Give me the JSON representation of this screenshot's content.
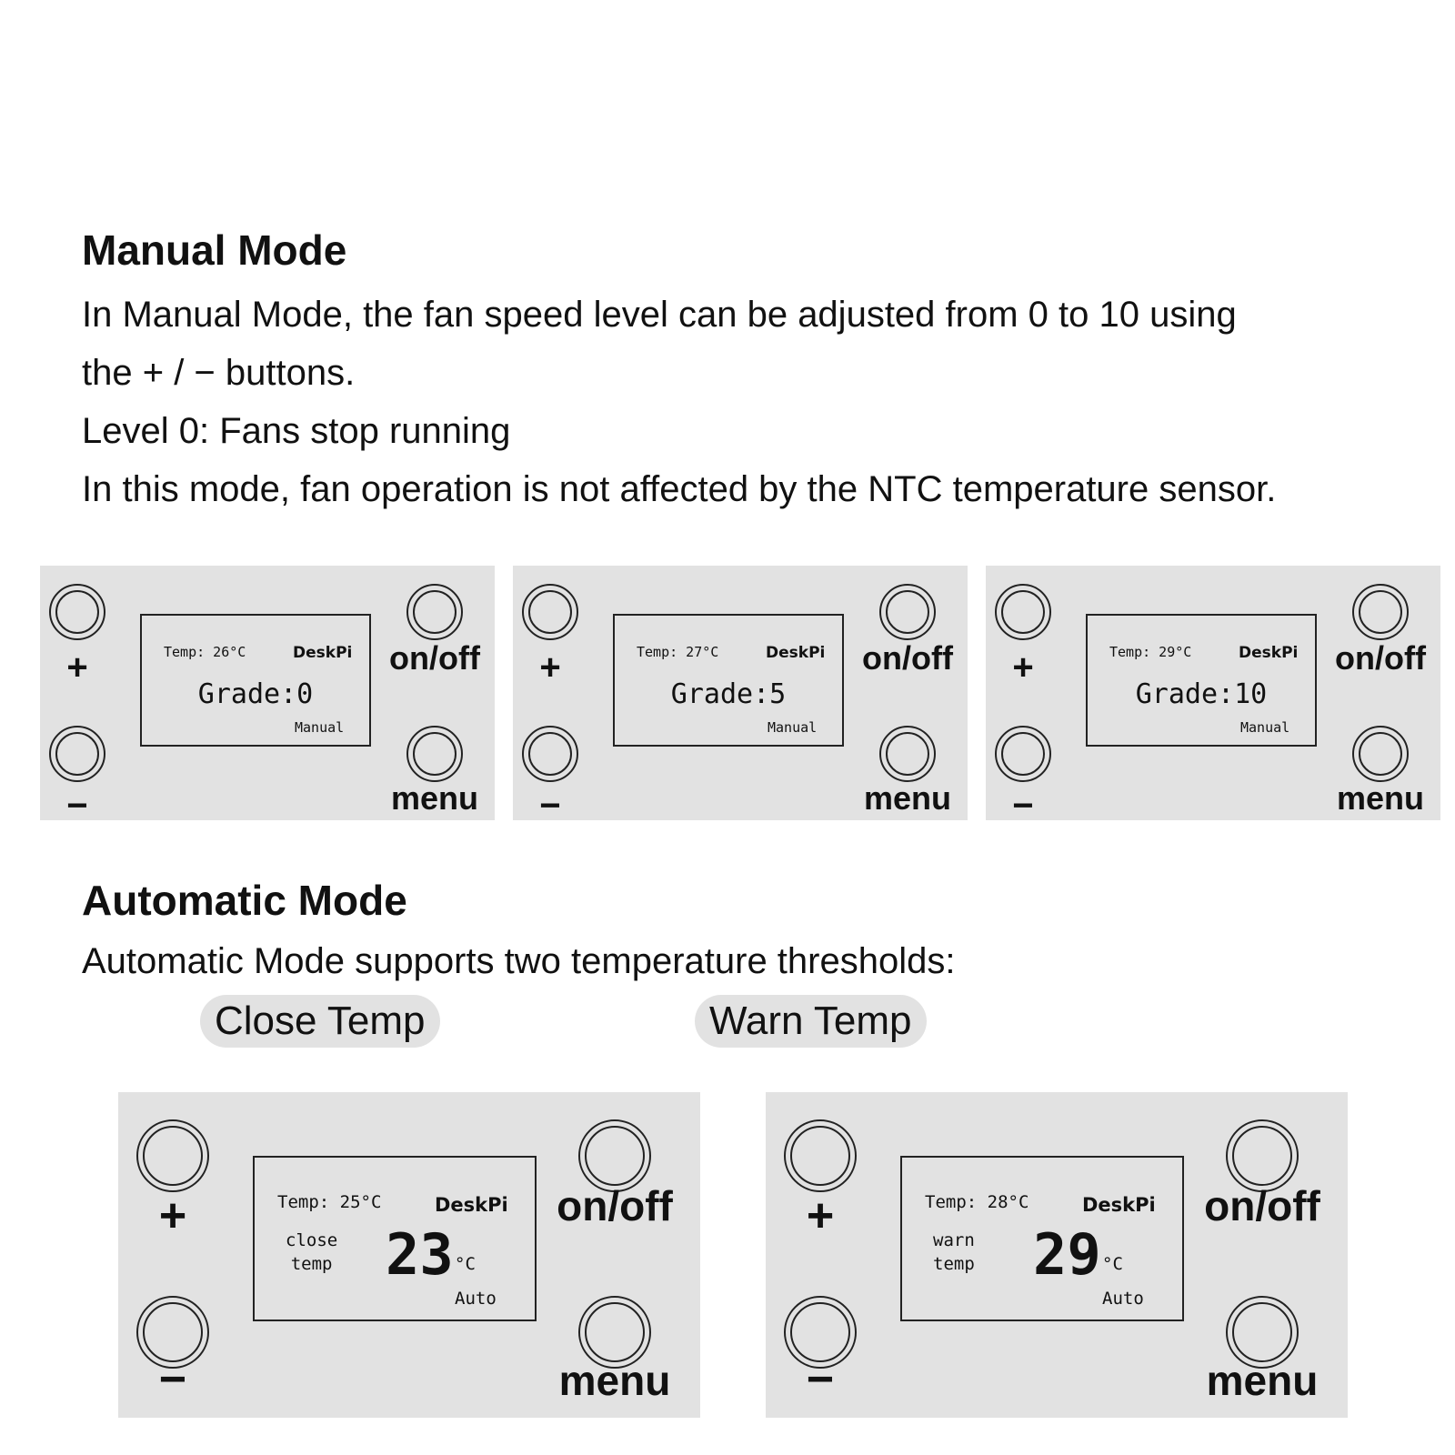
{
  "manual": {
    "heading": "Manual Mode",
    "lines": [
      "In Manual Mode, the fan speed level can be adjusted from 0 to 10 using",
      "the + / − buttons.",
      "Level 0: Fans stop running",
      "In this mode, fan operation is not affected by the NTC temperature sensor."
    ],
    "panels": [
      {
        "temp": "Temp: 26°C",
        "logo": "DeskPi",
        "grade": "Grade:0",
        "mode": "Manual"
      },
      {
        "temp": "Temp: 27°C",
        "logo": "DeskPi",
        "grade": "Grade:5",
        "mode": "Manual"
      },
      {
        "temp": "Temp: 29°C",
        "logo": "DeskPi",
        "grade": "Grade:10",
        "mode": "Manual"
      }
    ]
  },
  "automatic": {
    "heading": "Automatic Mode",
    "line": "Automatic Mode supports two temperature thresholds:",
    "pills": [
      "Close Temp",
      "Warn Temp"
    ],
    "panels": [
      {
        "temp": "Temp: 25°C",
        "logo": "DeskPi",
        "label": "close\ntemp",
        "value": "23",
        "unit": "°C",
        "mode": "Auto"
      },
      {
        "temp": "Temp: 28°C",
        "logo": "DeskPi",
        "label": "warn\ntemp",
        "value": "29",
        "unit": "°C",
        "mode": "Auto"
      }
    ]
  },
  "buttons": {
    "plus": "+",
    "minus": "−",
    "onoff": "on/off",
    "menu": "menu"
  }
}
